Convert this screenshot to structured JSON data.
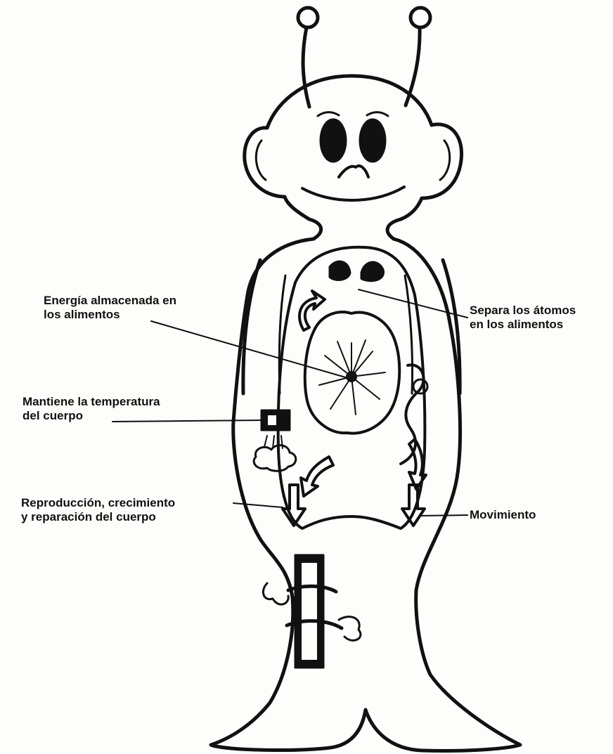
{
  "labels": {
    "energy": {
      "line1": "Energía almacenada en",
      "line2": "los alimentos"
    },
    "separa": {
      "line1": "Separa los átomos",
      "line2": "en los alimentos"
    },
    "temperature": {
      "line1": "Mantiene la temperatura",
      "line2": "del cuerpo"
    },
    "reproduction": {
      "line1": "Reproducción, crecimiento",
      "line2": "y reparación del cuerpo"
    },
    "movement": {
      "text": "Movimiento"
    }
  },
  "colors": {
    "ink": "#111111",
    "paper": "#fdfdfb"
  }
}
